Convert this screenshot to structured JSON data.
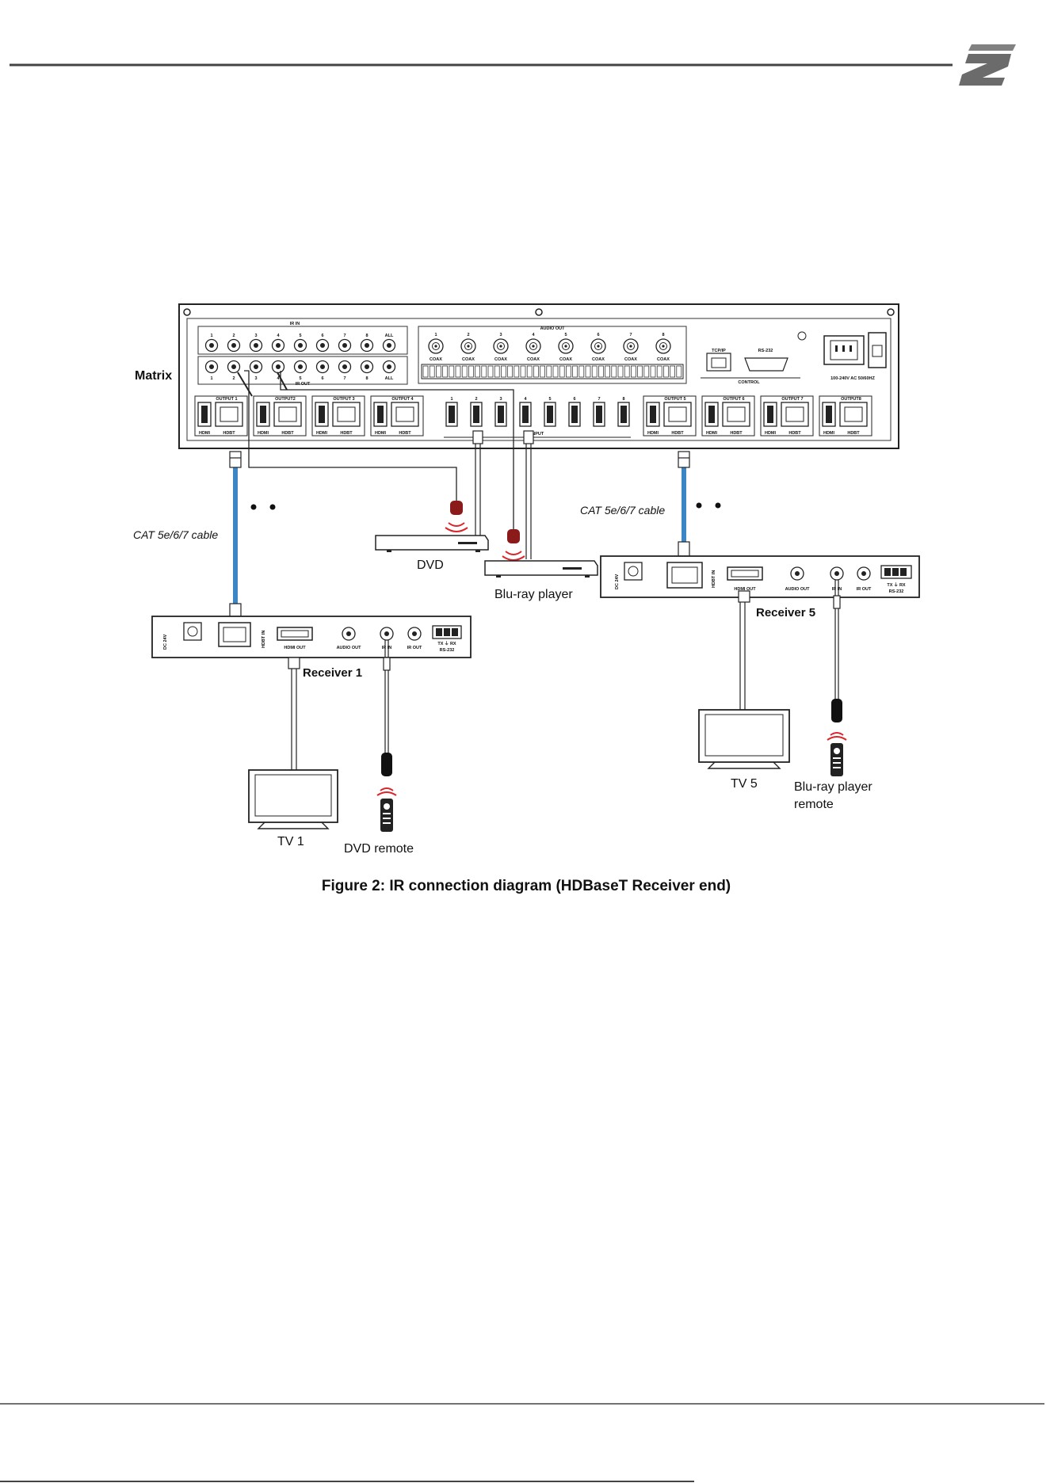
{
  "figure": {
    "caption": "Figure 2: IR connection diagram (HDBaseT Receiver end)",
    "brand_logo": "brand-logo-icon"
  },
  "matrix": {
    "label": "Matrix",
    "ir_in_label": "IR IN",
    "ir_out_label": "IR OUT",
    "audio_out_label": "AUDIO OUT",
    "port_numbers": [
      "1",
      "2",
      "3",
      "4",
      "5",
      "6",
      "7",
      "8"
    ],
    "all_label": "ALL",
    "coax_label": "COAX",
    "input_label": "INPUT",
    "tcpip_label": "TCP/IP",
    "rs232_label": "RS-232",
    "control_label": "CONTROL",
    "power_label": "100-240V AC 50/60HZ",
    "hdmi_label": "HDMI",
    "hdbt_label": "HDBT",
    "outputs": [
      "OUTPUT 1",
      "OUTPUT2",
      "OUTPUT 3",
      "OUTPUT 4",
      "OUTPUT 5",
      "OUTPUT 6",
      "OUTPUT 7",
      "OUTPUT8"
    ]
  },
  "cables": {
    "left": "CAT 5e/6/7 cable",
    "right": "CAT 5e/6/7 cable"
  },
  "sources": {
    "dvd": "DVD",
    "bluray": "Blu-ray player"
  },
  "receivers": [
    {
      "name": "Receiver 1",
      "dc": "DC 24V",
      "hdbt_in": "HDBT IN",
      "hdmi_out": "HDMI OUT",
      "audio_out": "AUDIO OUT",
      "ir_in": "IR IN",
      "ir_out": "IR OUT",
      "rs232_pins": "TX ⏚ RX",
      "rs232": "RS-232"
    },
    {
      "name": "Receiver 5",
      "dc": "DC 24V",
      "hdbt_in": "HDBT IN",
      "hdmi_out": "HDMI OUT",
      "audio_out": "AUDIO OUT",
      "ir_in": "IR IN",
      "ir_out": "IR OUT",
      "rs232_pins": "TX ⏚ RX",
      "rs232": "RS-232"
    }
  ],
  "displays": {
    "tv1": "TV 1",
    "tv5": "TV 5"
  },
  "remotes": {
    "dvd_remote": "DVD remote",
    "bluray_remote_line1": "Blu-ray player",
    "bluray_remote_line2": "remote"
  },
  "colors": {
    "cat_cable": "#3d86c6",
    "ir_emitter": "#8b1a1a",
    "ir_signal": "#d9262c",
    "logo": "#6b6b6b"
  }
}
